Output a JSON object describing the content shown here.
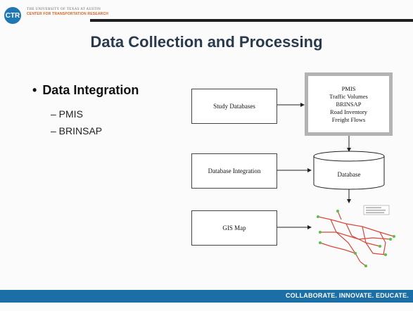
{
  "header": {
    "logo_text": "CTR",
    "university": "THE UNIVERSITY OF TEXAS AT AUSTIN",
    "center": "CENTER FOR TRANSPORTATION RESEARCH"
  },
  "slide": {
    "title": "Data Collection and Processing",
    "bullet": "Data Integration",
    "bullet_marker": "•",
    "sub_bullets": [
      "– PMIS",
      "– BRINSAP"
    ]
  },
  "diagram": {
    "study_databases": "Study Databases",
    "database_integration": "Database Integration",
    "gis_map": "GIS Map",
    "database": "Database",
    "data_sources": [
      "PMIS",
      "Traffic Volumes",
      "BRINSAP",
      "Road Inventory",
      "Freight Flows"
    ]
  },
  "footer": {
    "tagline": "COLLABORATE. INNOVATE. EDUCATE."
  },
  "colors": {
    "brand_blue": "#1c6fa6",
    "brand_orange": "#d9601a",
    "title_text": "#2a3a4d",
    "map_roads": "#d9473a",
    "map_nodes": "#5cbf4a"
  }
}
